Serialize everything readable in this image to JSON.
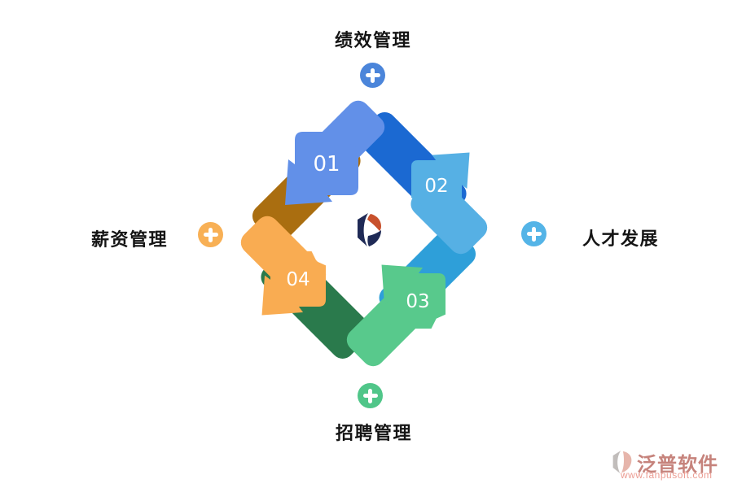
{
  "cycle": {
    "steps": [
      {
        "number": "01",
        "color": "#6290E8",
        "shadow_color": "#1B69D2"
      },
      {
        "number": "02",
        "color": "#56B0E4",
        "shadow_color": "#2E9FD9"
      },
      {
        "number": "03",
        "color": "#58C98C",
        "shadow_color": "#2A7A4C"
      },
      {
        "number": "04",
        "color": "#F9AC52",
        "shadow_color": "#AA6E10"
      }
    ],
    "nodes": [
      {
        "position": "top",
        "label": "绩效管理",
        "plus_color": "#4B85DA"
      },
      {
        "position": "right",
        "label": "人才发展",
        "plus_color": "#54B4E7"
      },
      {
        "position": "bottom",
        "label": "招聘管理",
        "plus_color": "#50C689"
      },
      {
        "position": "left",
        "label": "薪资管理",
        "plus_color": "#F8B055"
      }
    ],
    "center_logo": "fanpu-logo",
    "logo_colors": {
      "navy": "#1F2A56",
      "orange": "#C8512C"
    }
  },
  "watermark": {
    "brand": "泛普软件",
    "url": "www.fanpusoft.com",
    "brand_color": "#C6837C",
    "url_color": "#EC9C92"
  }
}
